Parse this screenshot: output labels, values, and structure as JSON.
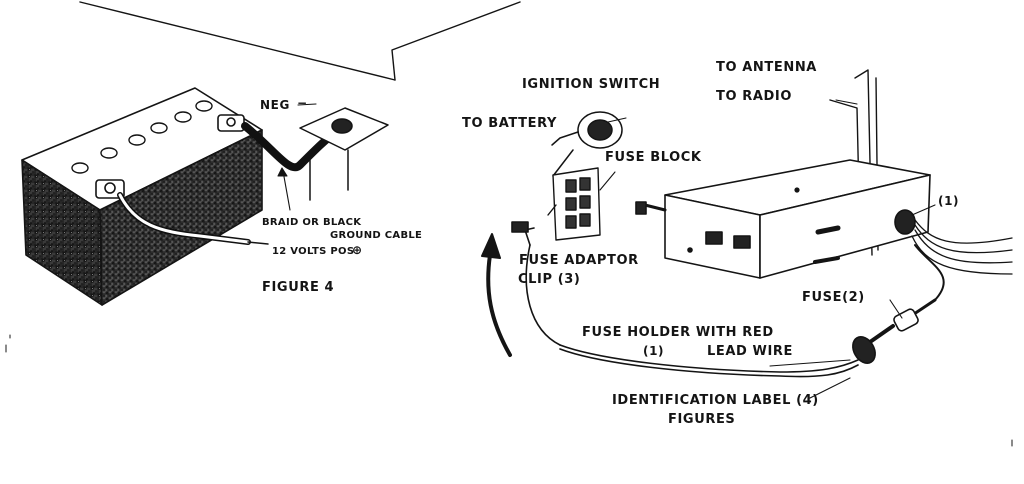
{
  "figure4": {
    "neg_label": "NEG",
    "neg_symbol": "−",
    "ground_cable_line1": "BRAID OR BLACK",
    "ground_cable_line2": "GROUND CABLE",
    "pos_label": "12 VOLTS POS",
    "pos_symbol": "⊕",
    "caption": "FIGURE 4"
  },
  "figure5": {
    "to_antenna": "TO ANTENNA",
    "to_radio": "TO RADIO",
    "ignition_switch": "IGNITION SWITCH",
    "to_battery": "TO BATTERY",
    "fuse_block": "FUSE BLOCK",
    "callout_1_radio": "(1)",
    "fuse_adaptor_line1": "FUSE ADAPTOR",
    "fuse_adaptor_line2": "CLIP (3)",
    "fuse_2": "FUSE(2)",
    "fuse_holder_line1": "FUSE HOLDER WITH RED",
    "fuse_holder_num": "(1)",
    "fuse_holder_line2": "LEAD WIRE",
    "id_label": "IDENTIFICATION LABEL (4)",
    "caption": "FIGURES"
  },
  "colors": {
    "ink": "#141414",
    "paper": "#ffffff",
    "fill_dark": "#2a2a2a"
  }
}
